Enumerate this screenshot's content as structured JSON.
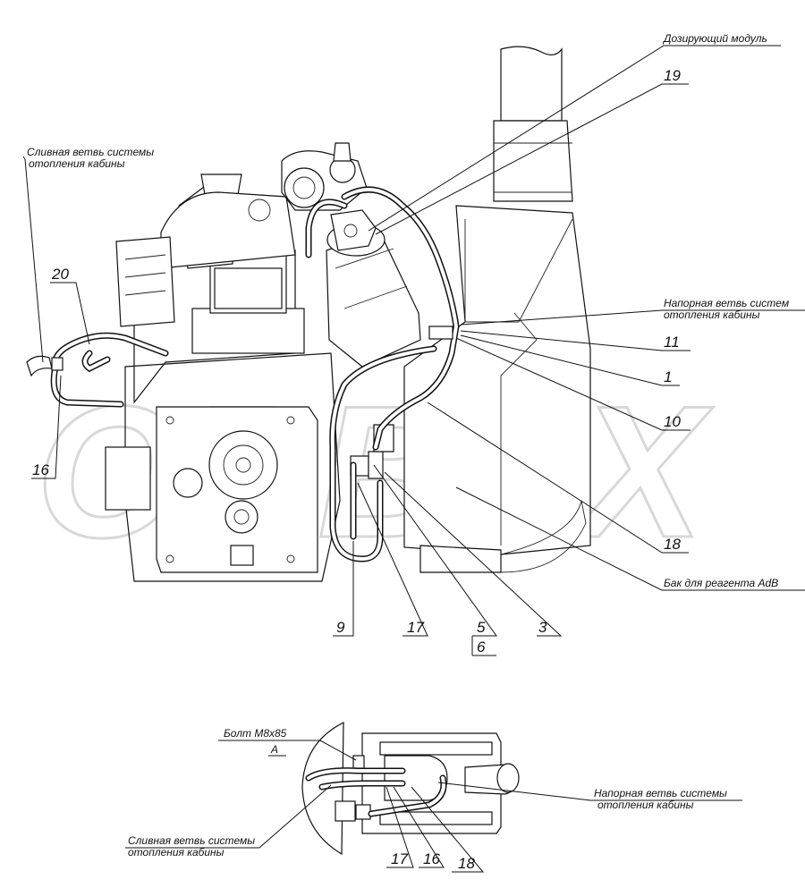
{
  "watermark": "ORBEX",
  "labels": {
    "dosing_module": "Дозирующий модуль",
    "drain_branch_top_l1": "Сливная ветвь системы",
    "drain_branch_top_l2": "отопления кабины",
    "pressure_branch_right_l1": "Напорная ветвь систем",
    "pressure_branch_right_l2": "отопления кабины",
    "reagent_tank": "Бак для   реагента AdB",
    "bolt": "Болт М8х85",
    "view_a": "А",
    "pressure_branch_inset_l1": "Напорная ветвь системы",
    "pressure_branch_inset_l2": "отопления кабины",
    "drain_branch_inset_l1": "Сливная ветвь системы",
    "drain_branch_inset_l2": "отопления кабины"
  },
  "callouts": {
    "n19": "19",
    "n20": "20",
    "n16": "16",
    "n11": "11",
    "n1": "1",
    "n10": "10",
    "n18": "18",
    "n9": "9",
    "n17": "17",
    "n5": "5",
    "n6": "6",
    "n3": "3",
    "i17": "17",
    "i16": "16",
    "i18": "18"
  }
}
